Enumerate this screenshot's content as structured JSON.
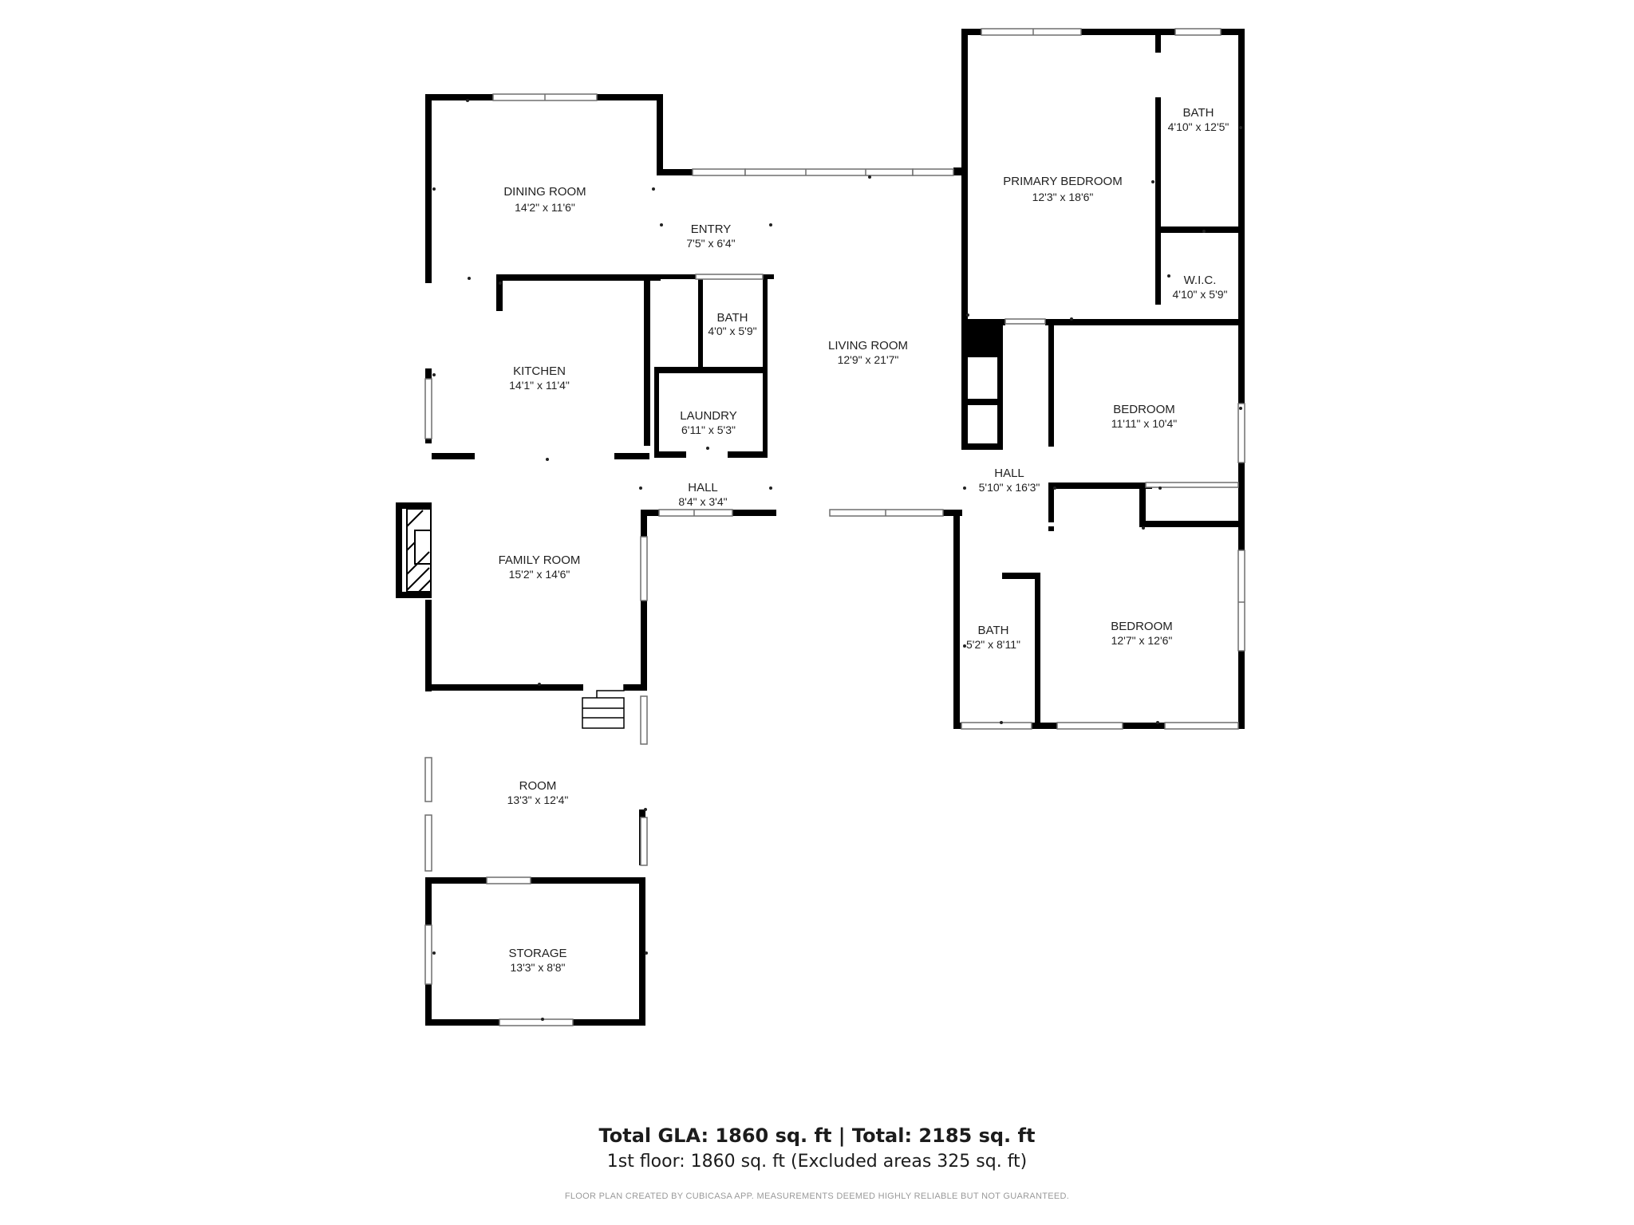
{
  "rooms": [
    {
      "id": "dining_room",
      "name": "DINING ROOM",
      "dims": "14'2\" x 11'6\""
    },
    {
      "id": "entry",
      "name": "ENTRY",
      "dims": "7'5\" x 6'4\""
    },
    {
      "id": "primary_bedroom",
      "name": "PRIMARY BEDROOM",
      "dims": "12'3\" x 18'6\""
    },
    {
      "id": "bath_primary",
      "name": "BATH",
      "dims": "4'10\" x 12'5\""
    },
    {
      "id": "wic",
      "name": "W.I.C.",
      "dims": "4'10\" x 5'9\""
    },
    {
      "id": "bath_small",
      "name": "BATH",
      "dims": "4'0\" x 5'9\""
    },
    {
      "id": "living_room",
      "name": "LIVING ROOM",
      "dims": "12'9\" x 21'7\""
    },
    {
      "id": "kitchen",
      "name": "KITCHEN",
      "dims": "14'1\" x 11'4\""
    },
    {
      "id": "laundry",
      "name": "LAUNDRY",
      "dims": "6'11\" x 5'3\""
    },
    {
      "id": "bedroom_1",
      "name": "BEDROOM",
      "dims": "11'11\" x 10'4\""
    },
    {
      "id": "hall_main",
      "name": "HALL",
      "dims": "8'4\" x 3'4\""
    },
    {
      "id": "hall_east",
      "name": "HALL",
      "dims": "5'10\" x 16'3\""
    },
    {
      "id": "family_room",
      "name": "FAMILY ROOM",
      "dims": "15'2\" x 14'6\""
    },
    {
      "id": "bath_hall",
      "name": "BATH",
      "dims": "5'2\" x 8'11\""
    },
    {
      "id": "bedroom_2",
      "name": "BEDROOM",
      "dims": "12'7\" x 12'6\""
    },
    {
      "id": "room",
      "name": "ROOM",
      "dims": "13'3\" x 12'4\""
    },
    {
      "id": "storage",
      "name": "STORAGE",
      "dims": "13'3\" x 8'8\""
    }
  ],
  "footer": {
    "total": "Total GLA: 1860 sq. ft | Total: 2185 sq. ft",
    "floor": "1st floor: 1860 sq. ft (Excluded areas 325 sq. ft)",
    "credit": "FLOOR PLAN CREATED BY CUBICASA APP. MEASUREMENTS DEEMED HIGHLY RELIABLE BUT NOT GUARANTEED."
  },
  "colors": {
    "wall": "#000000",
    "window": "#6f6f6f",
    "background": "#ffffff"
  }
}
